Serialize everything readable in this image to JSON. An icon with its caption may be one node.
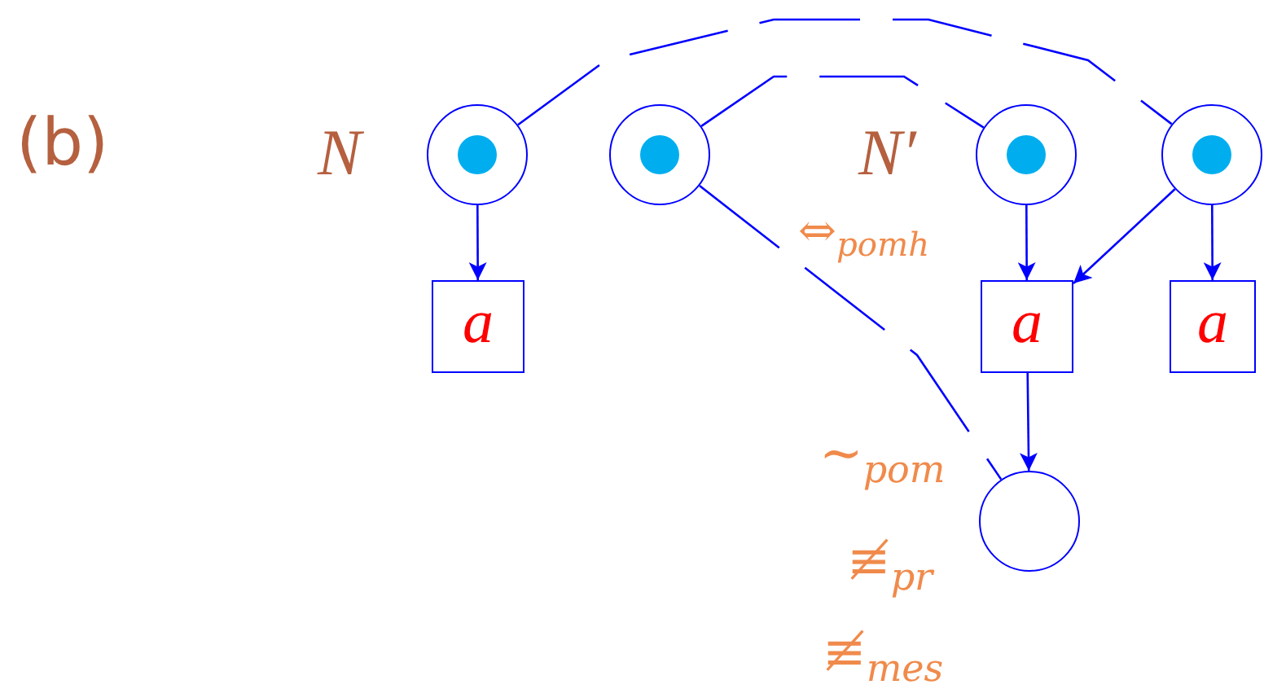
{
  "diagram": {
    "nodes": [
      {
        "text": [],
        "shape": "circle"
      },
      {
        "text": [],
        "shape": "circle"
      },
      {
        "text": [],
        "shape": "circle"
      },
      {
        "text": [],
        "shape": "circle"
      },
      {
        "text": [
          "a"
        ]
      },
      {
        "text": [
          "a"
        ]
      },
      {
        "text": [
          "a"
        ]
      },
      {
        "text": [],
        "shape": "circle"
      }
    ],
    "edges": [
      {
        "from": 0,
        "to": 4,
        "arrow": "to"
      },
      {
        "from": 2,
        "to": 5,
        "arrow": "to"
      },
      {
        "from": 3,
        "to": 5,
        "arrow": "to"
      },
      {
        "from": 3,
        "to": 6,
        "arrow": "to"
      },
      {
        "from": 5,
        "to": 7,
        "arrow": "to"
      },
      {
        "from": 0,
        "to": 3,
        "arrow": "none",
        "style": "dashed"
      },
      {
        "from": 1,
        "to": 2,
        "arrow": "none",
        "style": "dashed"
      },
      {
        "from": 1,
        "to": 7,
        "arrow": "none",
        "style": "dashed"
      }
    ],
    "labels": [
      "(b)",
      "N",
      "N′",
      "⇔$_{pomh}$",
      "∼$_{pom}$",
      "≢$_{pr}$",
      "≢$_{mes}$"
    ]
  }
}
